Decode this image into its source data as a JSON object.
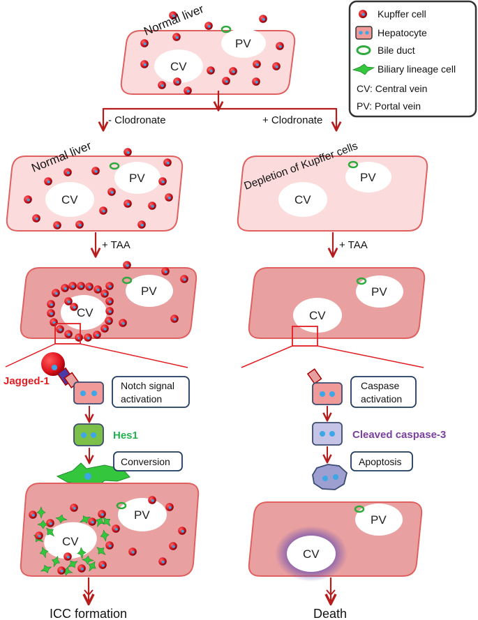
{
  "legend": {
    "kupffer": "Kupffer cell",
    "hepatocyte": "Hepatocyte",
    "bile_duct": "Bile duct",
    "biliary": "Biliary lineage cell",
    "cv": "CV: Central vein",
    "pv": "PV: Portal vein"
  },
  "labels": {
    "top_title": "Normal liver",
    "left_branch": "- Clodronate",
    "right_branch": "+ Clodronate",
    "left_title": "Normal liver",
    "right_title": "Depletion of Kupffer cells",
    "taa_left": "+ TAA",
    "taa_right": "+ TAA",
    "cv": "CV",
    "pv": "PV",
    "jagged": "Jagged-1",
    "notch_line1": "Notch signal",
    "notch_line2": "activation",
    "hes1": "Hes1",
    "conversion": "Conversion",
    "caspase_line1": "Caspase",
    "caspase_line2": "activation",
    "cleaved": "Cleaved caspase-3",
    "apoptosis": "Apoptosis",
    "left_outcome": "ICC formation",
    "right_outcome": "Death"
  },
  "colors": {
    "liver_light": "#fbdbdb",
    "liver_dark": "#e9a0a0",
    "liver_border": "#e06060",
    "kupffer": "#d4141e",
    "nucleus": "#3ca6e6",
    "arrow": "#b71c1c",
    "bile_duct": "#2eaa3c",
    "biliary_cell": "#34c63c",
    "hes1_cell": "#7cc04a",
    "cleaved_cell": "#c6c4e6",
    "apoptotic_cell": "#9d9fd0",
    "hepatocyte": "#f19a9a",
    "jagged_text": "#e11d22",
    "hes1_text": "#22b14c",
    "cleaved_text": "#7b3f9e"
  }
}
